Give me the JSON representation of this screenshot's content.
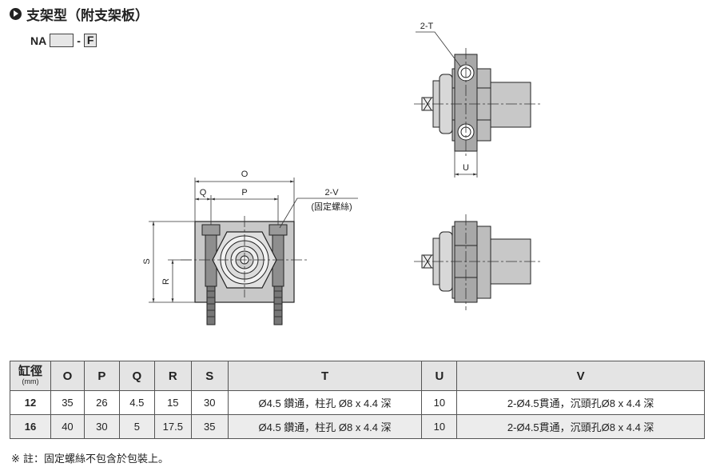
{
  "header": {
    "title": "支架型（附支架板）"
  },
  "model": {
    "prefix": "NA",
    "dash": "-",
    "suffix": "F"
  },
  "drawing": {
    "labels": {
      "t": "2-T",
      "u": "U",
      "o": "O",
      "q": "Q",
      "p": "P",
      "v": "2-V",
      "v_note": "(固定螺絲)",
      "s": "S",
      "r": "R"
    },
    "colors": {
      "body": "#c8c8c8",
      "line": "#222222",
      "dim": "#333333"
    }
  },
  "table": {
    "headers": {
      "bore": "缸徑",
      "bore_unit": "(mm)",
      "o": "O",
      "p": "P",
      "q": "Q",
      "r": "R",
      "s": "S",
      "t": "T",
      "u": "U",
      "v": "V"
    },
    "rows": [
      {
        "bore": "12",
        "o": "35",
        "p": "26",
        "q": "4.5",
        "r": "15",
        "s": "30",
        "t": "Ø4.5 鑽通，柱孔 Ø8 x 4.4 深",
        "u": "10",
        "v": "2-Ø4.5貫通，沉頭孔Ø8 x 4.4 深"
      },
      {
        "bore": "16",
        "o": "40",
        "p": "30",
        "q": "5",
        "r": "17.5",
        "s": "35",
        "t": "Ø4.5 鑽通，柱孔 Ø8 x 4.4 深",
        "u": "10",
        "v": "2-Ø4.5貫通，沉頭孔Ø8 x 4.4 深"
      }
    ]
  },
  "note": "※ 註：固定螺絲不包含於包裝上。"
}
